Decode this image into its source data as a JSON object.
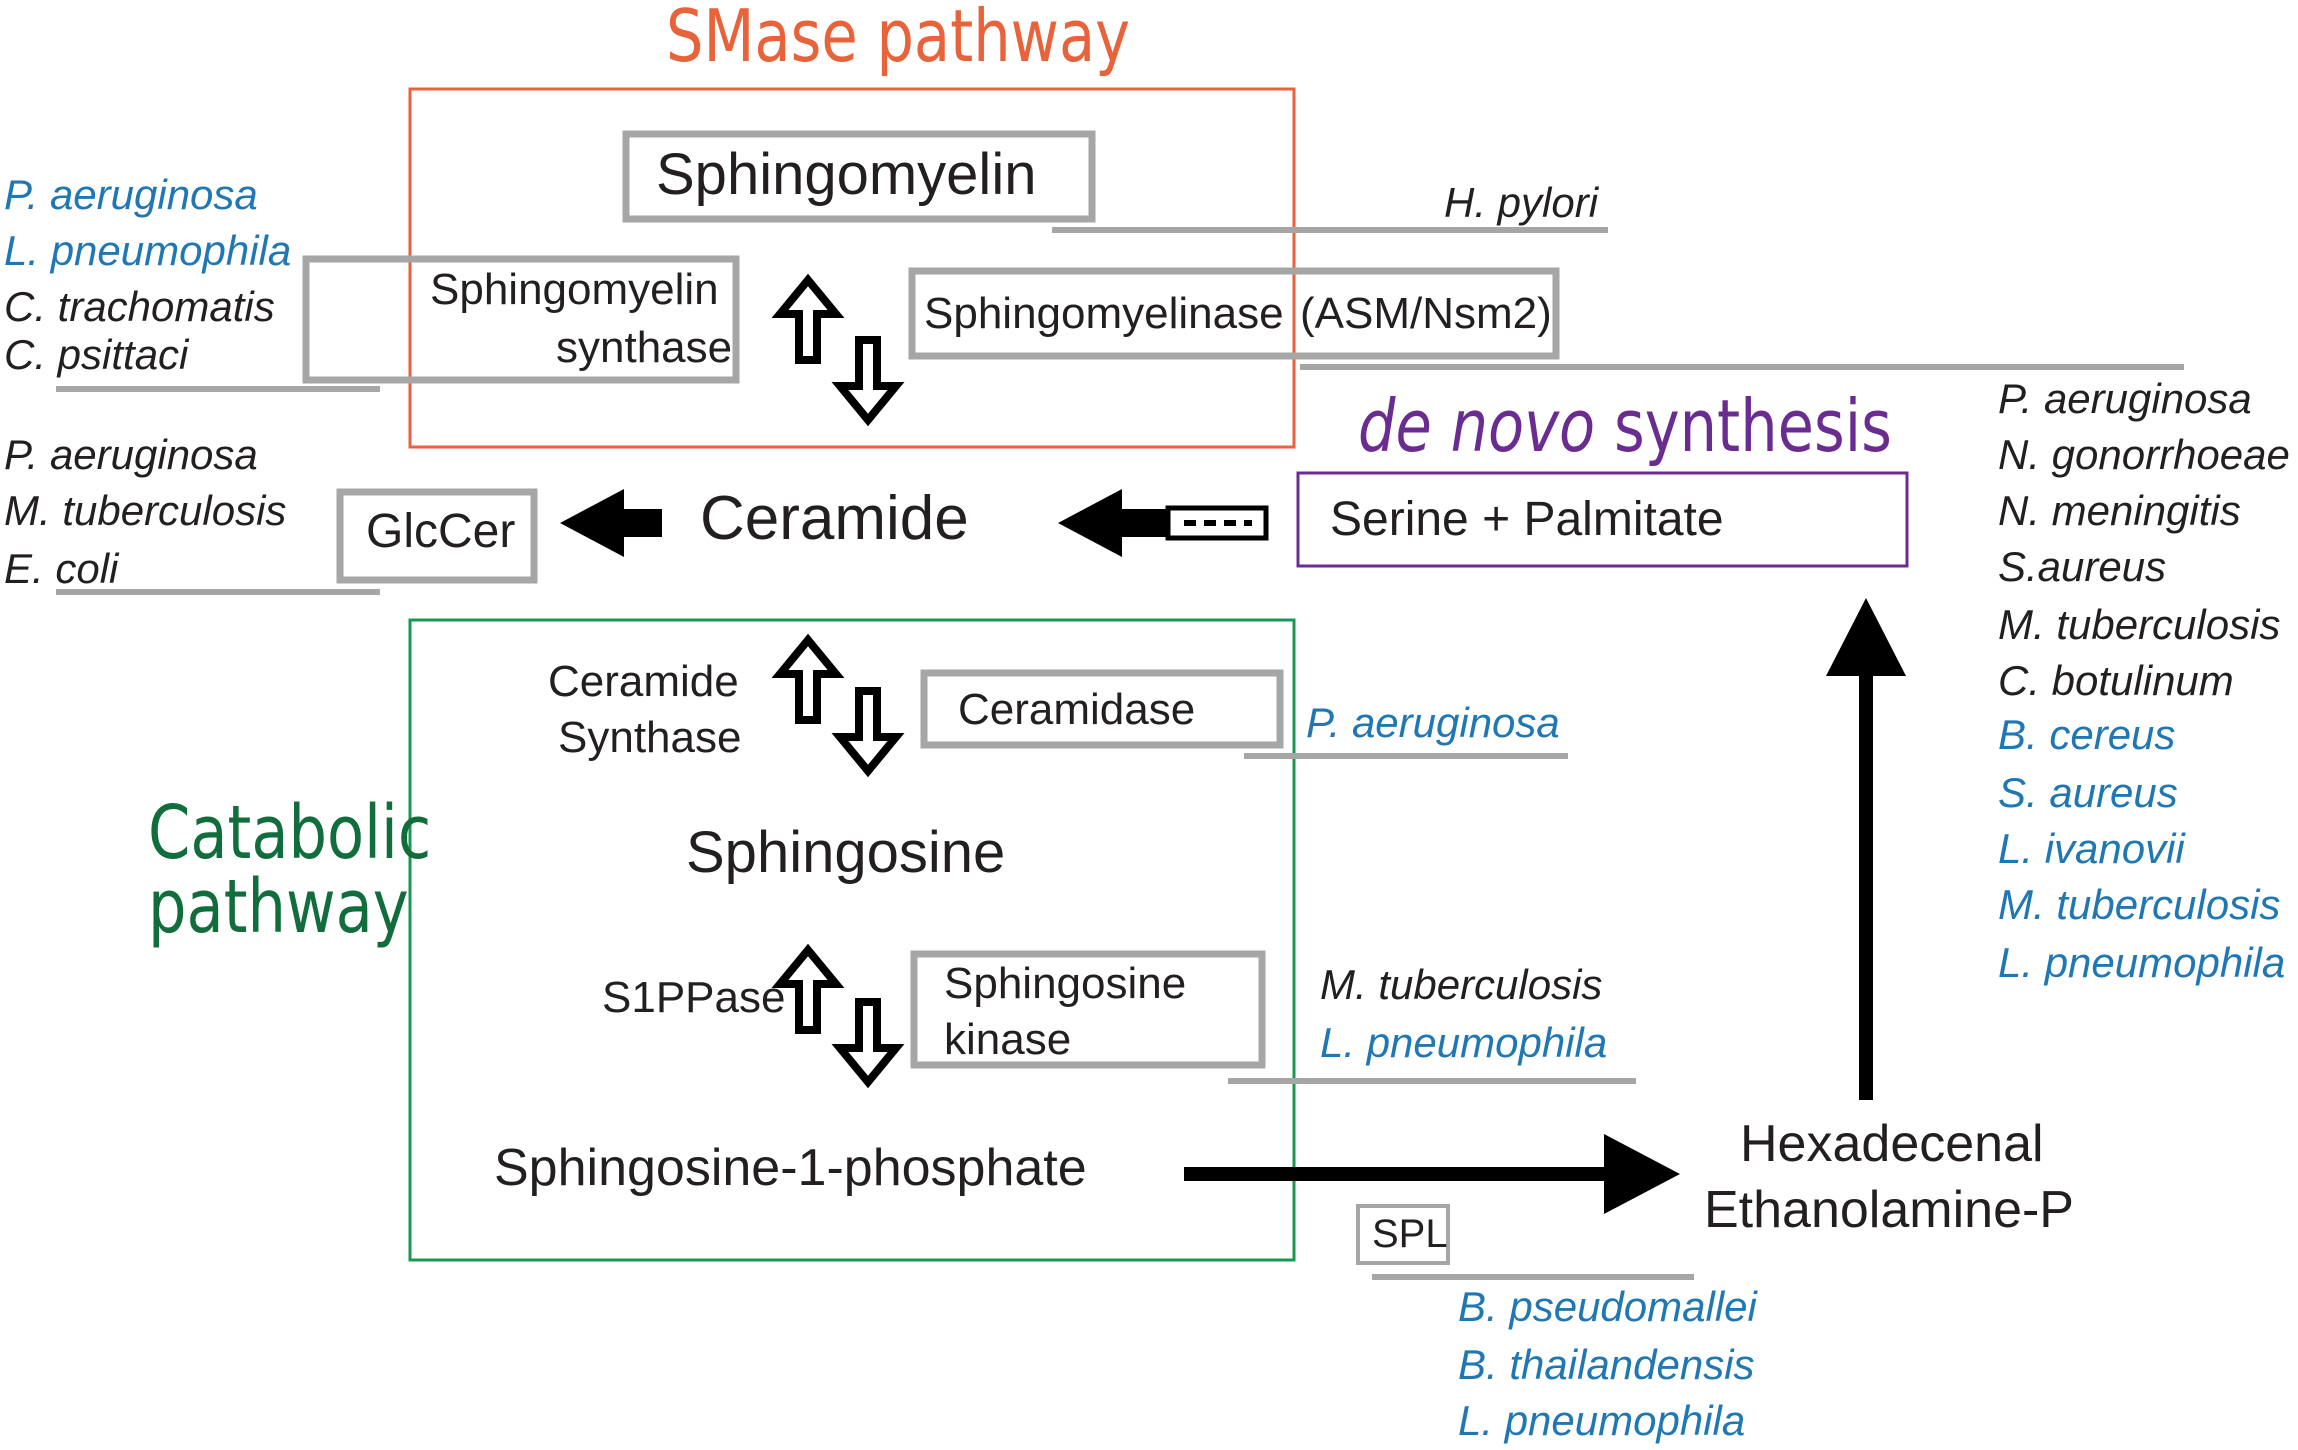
{
  "headers": {
    "smase_pathway": "SMase pathway",
    "de_novo": "de novo",
    "synthesis": "synthesis",
    "catabolic": "Catabolic",
    "pathway": "pathway"
  },
  "molecules": {
    "sphingomyelin": "Sphingomyelin",
    "ceramide": "Ceramide",
    "sphingosine": "Sphingosine",
    "s1p": "Sphingosine-1-phosphate",
    "hexadecenal": "Hexadecenal",
    "ethanolamine": "Ethanolamine-P",
    "glccer": "GlcCer",
    "serine_palmitate": "Serine + Palmitate"
  },
  "enzymes": {
    "sm_synthase_1": "Sphingomyelin",
    "sm_synthase_2": "synthase",
    "smase": "Sphingomyelinase",
    "asm_nsm2": "(ASM/Nsm2)",
    "ceramide_synthase_1": "Ceramide",
    "ceramide_synthase_2": "Synthase",
    "ceramidase": "Ceramidase",
    "s1ppase": "S1PPase",
    "sphk_1": "Sphingosine",
    "sphk_2": "kinase",
    "spl": "SPL"
  },
  "organisms": {
    "smase_right": [
      "H. pylori"
    ],
    "sms_left": [
      {
        "name": "P. aeruginosa",
        "color": "#1f77b4"
      },
      {
        "name": "L. pneumophila",
        "color": "#1f77b4"
      },
      {
        "name": "C. trachomatis",
        "color": "#231f20"
      },
      {
        "name": "C. psittaci",
        "color": "#231f20"
      }
    ],
    "glccer_left": [
      {
        "name": "P. aeruginosa",
        "color": "#231f20"
      },
      {
        "name": "M. tuberculosis",
        "color": "#231f20"
      },
      {
        "name": "E. coli",
        "color": "#231f20"
      }
    ],
    "right_column": [
      {
        "name": "P. aeruginosa",
        "color": "#231f20"
      },
      {
        "name": "N. gonorrhoeae",
        "color": "#231f20"
      },
      {
        "name": "N. meningitis",
        "color": "#231f20"
      },
      {
        "name": "S.aureus",
        "color": "#231f20"
      },
      {
        "name": "M. tuberculosis",
        "color": "#231f20"
      },
      {
        "name": "C. botulinum",
        "color": "#231f20"
      },
      {
        "name": "B. cereus",
        "color": "#1f77b4"
      },
      {
        "name": "S. aureus",
        "color": "#1f77b4"
      },
      {
        "name": "L. ivanovii",
        "color": "#1f77b4"
      },
      {
        "name": "M. tuberculosis",
        "color": "#1f77b4"
      },
      {
        "name": "L. pneumophila",
        "color": "#1f77b4"
      }
    ],
    "ceramidase_right": [
      {
        "name": "P. aeruginosa",
        "color": "#1f77b4"
      }
    ],
    "sphk_right": [
      {
        "name": "M. tuberculosis",
        "color": "#231f20"
      },
      {
        "name": "L. pneumophila",
        "color": "#1f77b4"
      }
    ],
    "spl_below": [
      {
        "name": "B. pseudomallei",
        "color": "#1f77b4"
      },
      {
        "name": "B. thailandensis",
        "color": "#1f77b4"
      },
      {
        "name": "L. pneumophila",
        "color": "#1f77b4"
      }
    ]
  },
  "colors": {
    "smase_box": "#e8623a",
    "denovo_box": "#6b2c91",
    "catabolic_box": "#1a9850",
    "enzyme_box": "#a6a6a6",
    "underline": "#a6a6a6",
    "blue_organism": "#1f77b4"
  }
}
